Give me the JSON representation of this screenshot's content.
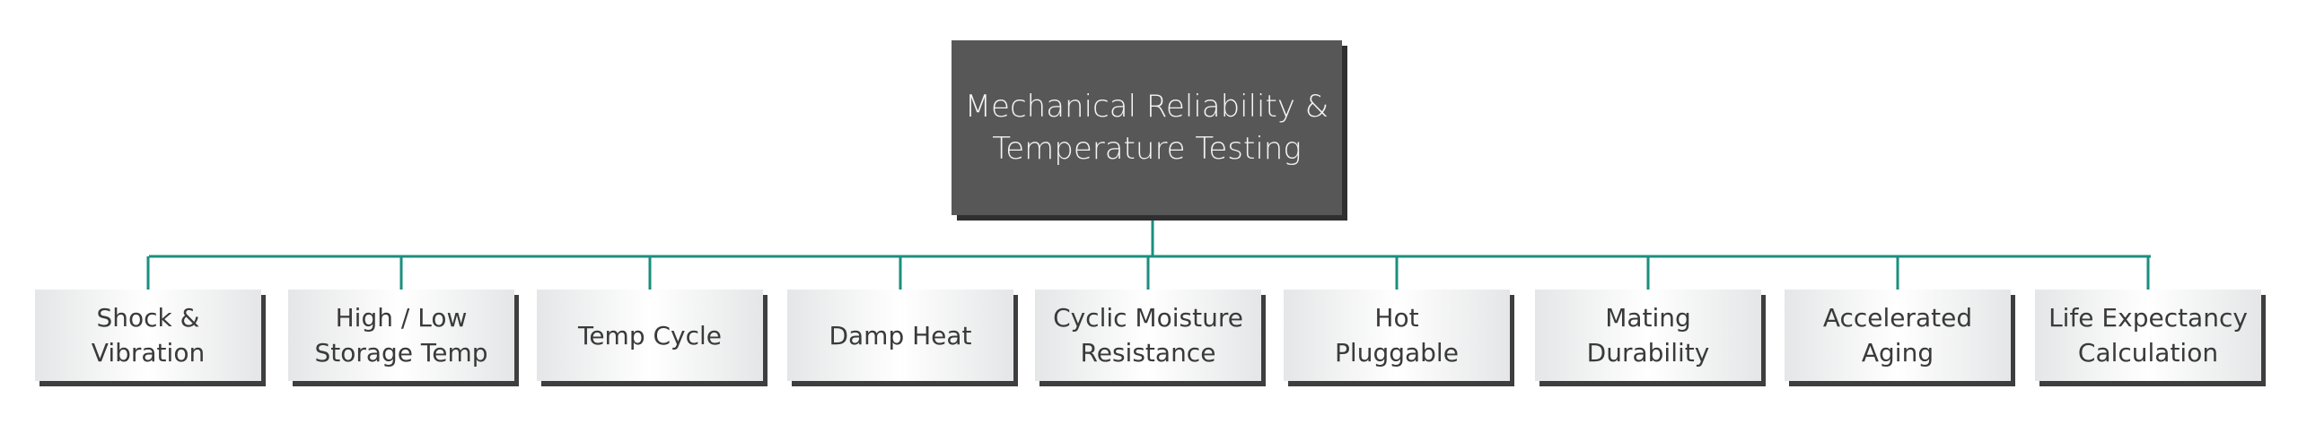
{
  "diagram": {
    "root": {
      "label": "Mechanical Reliability &\nTemperature Testing",
      "fill": "#575757"
    },
    "connector_color": "#1a8f7f",
    "children": [
      {
        "label": "Shock &\nVibration"
      },
      {
        "label": "High / Low\nStorage Temp"
      },
      {
        "label": "Temp Cycle"
      },
      {
        "label": "Damp Heat"
      },
      {
        "label": "Cyclic Moisture\nResistance"
      },
      {
        "label": "Hot\nPluggable"
      },
      {
        "label": "Mating\nDurability"
      },
      {
        "label": "Accelerated\nAging"
      },
      {
        "label": "Life Expectancy\nCalculation"
      }
    ]
  }
}
